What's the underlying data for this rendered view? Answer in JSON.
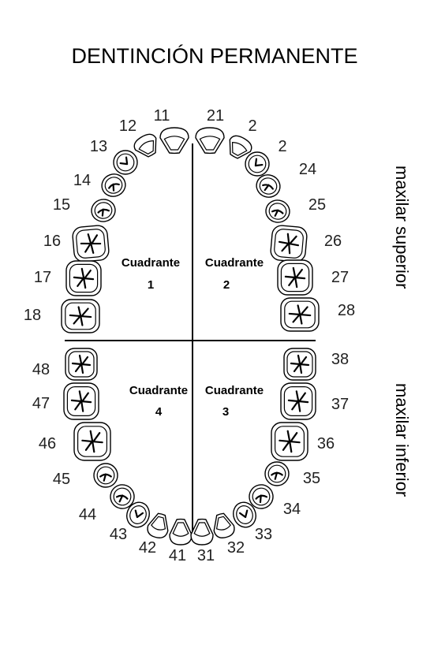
{
  "title": "DENTINCIÓN PERMANENTE",
  "side_labels": {
    "upper": "maxilar superior",
    "lower": "maxilar inferior"
  },
  "quadrants": [
    {
      "word": "Cuadrante",
      "number": "1"
    },
    {
      "word": "Cuadrante",
      "number": "2"
    },
    {
      "word": "Cuadrante",
      "number": "4"
    },
    {
      "word": "Cuadrante",
      "number": "3"
    }
  ],
  "tooth_numbers": {
    "upper_right": [
      "11",
      "12",
      "13",
      "14",
      "15",
      "16",
      "17",
      "18"
    ],
    "upper_left": [
      "21",
      "2",
      "2",
      "24",
      "25",
      "26",
      "27",
      "28"
    ],
    "lower_right": [
      "41",
      "42",
      "43",
      "44",
      "45",
      "46",
      "47",
      "48"
    ],
    "lower_left": [
      "31",
      "32",
      "33",
      "34",
      "35",
      "36",
      "37",
      "38"
    ]
  }
}
